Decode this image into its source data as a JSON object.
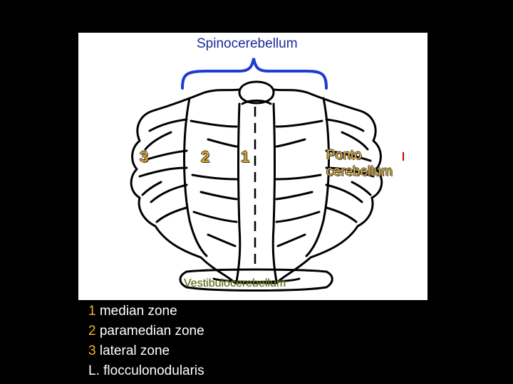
{
  "diagram": {
    "title": "Spinocerebellum",
    "zone_labels": {
      "zone3": "3",
      "zone2": "2",
      "zone1": "1"
    },
    "ponto_lines": [
      "Ponto",
      "cerebellum"
    ],
    "vestibulo_label": "Vestibulocerebellum"
  },
  "legend": [
    {
      "num": "1",
      "text": " median zone"
    },
    {
      "num": "2",
      "text": " paramedian zone"
    },
    {
      "num": "3",
      "text": " lateral zone"
    },
    {
      "num": "",
      "text": "L. flocculonodularis"
    }
  ],
  "colors": {
    "background": "#000000",
    "panel": "#ffffff",
    "title": "#1a2a9a",
    "brace": "#1f3bd1",
    "zone_numbers": "#d7a12a",
    "ponto_label": "#e8b33a",
    "vestibulo_label": "#5e6b24",
    "legend_numbers": "#f0b429",
    "legend_text": "#ffffff"
  }
}
